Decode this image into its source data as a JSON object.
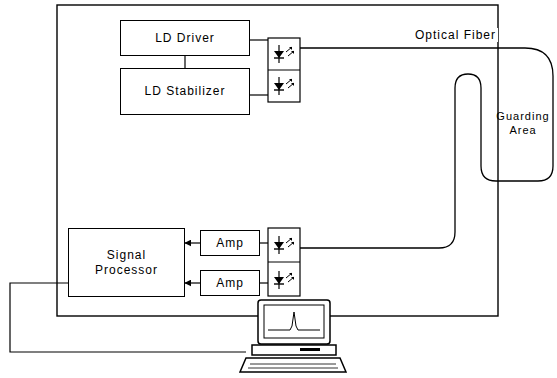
{
  "diagram": {
    "nodes": [
      {
        "text": [
          "LD Driver"
        ]
      },
      {
        "text": [
          "LD Stabilizer"
        ]
      },
      {
        "text": [
          "Guarding Area"
        ]
      },
      {
        "text": [
          "Signal Processor"
        ]
      },
      {
        "text": [
          "Amp"
        ]
      },
      {
        "text": [
          "Amp"
        ]
      }
    ],
    "edges": [
      {
        "from": 0,
        "to": 1,
        "arrow": "none"
      },
      {
        "from": 4,
        "to": 3,
        "arrow": "to"
      },
      {
        "from": 5,
        "to": 3,
        "arrow": "to"
      }
    ],
    "labels": [
      "Optical Fiber"
    ]
  }
}
